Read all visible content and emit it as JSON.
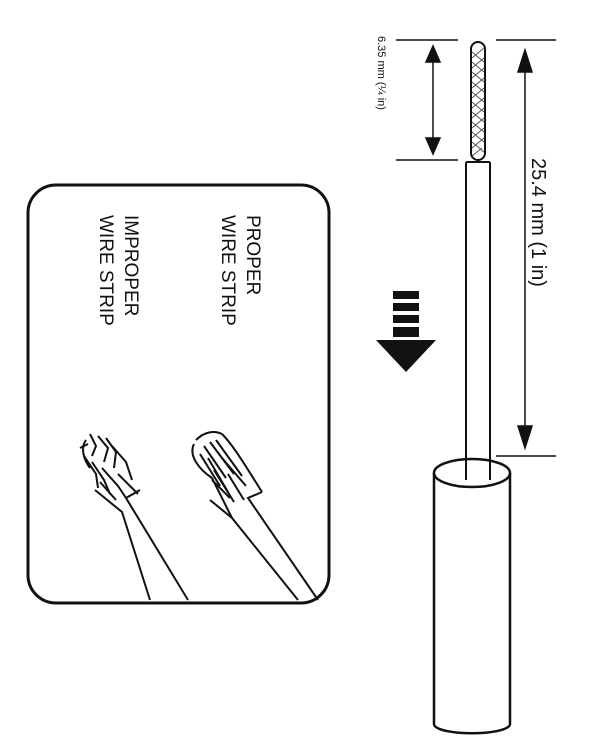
{
  "labels": {
    "small_dimension": "6.35 mm (¼ in)",
    "large_dimension": "25.4 mm (1 in)",
    "proper_line1": "PROPER",
    "proper_line2": "WIRE STRIP",
    "improper_line1": "IMPROPER",
    "improper_line2": "WIRE STRIP"
  },
  "colors": {
    "line": "#111111",
    "background": "#ffffff"
  },
  "icons": {
    "direction_arrow": "block-arrow-down-icon"
  }
}
